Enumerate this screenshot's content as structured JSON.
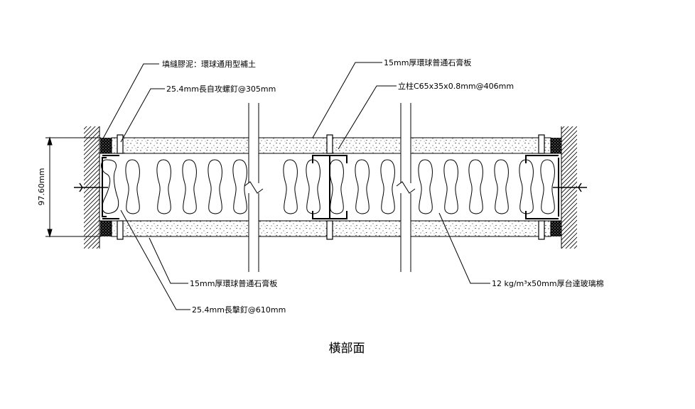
{
  "labels": {
    "joint_compound": "填縫膠泥：環球通用型補土",
    "self_tapping_screw": "25.4mm長自攻螺釘@305mm",
    "board_top": "15mm厚環球普通石膏板",
    "stud": "立柱C65x35x0.8mm@406mm",
    "board_bottom": "15mm厚環球普通石膏板",
    "nail": "25.4mm長擊釘@610mm",
    "insulation": "12 kg/m³x50mm厚台達玻璃棉",
    "dimension": "97.60mm"
  },
  "title": "橫部面"
}
